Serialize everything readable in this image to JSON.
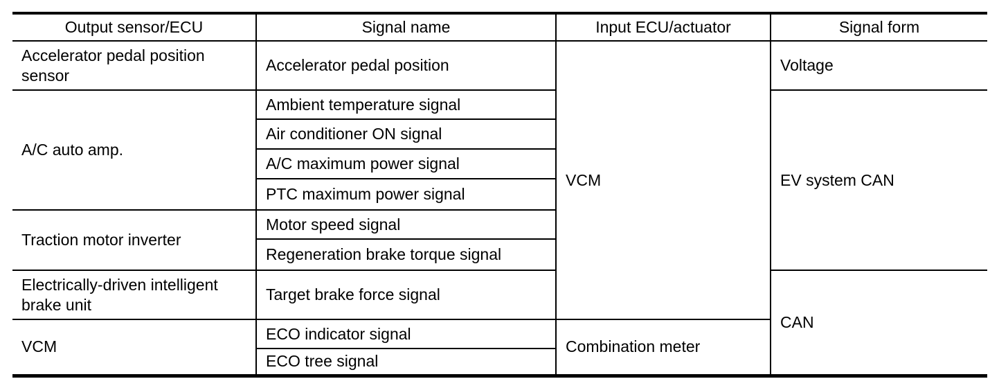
{
  "table": {
    "headers": [
      "Output sensor/ECU",
      "Signal name",
      "Input ECU/actuator",
      "Signal form"
    ],
    "output_sensors": [
      "Accelerator pedal position sensor",
      "A/C auto amp.",
      "Traction motor inverter",
      "Electrically-driven intelligent brake unit",
      "VCM"
    ],
    "signal_names": [
      "Accelerator pedal position",
      "Ambient temperature signal",
      "Air conditioner ON signal",
      "A/C maximum power signal",
      "PTC maximum power signal",
      "Motor speed signal",
      "Regeneration brake torque signal",
      "Target brake force signal",
      "ECO indicator signal",
      "ECO tree signal"
    ],
    "input_ecus": [
      "VCM",
      "Combination meter"
    ],
    "signal_forms": [
      "Voltage",
      "EV system CAN",
      "CAN"
    ]
  }
}
